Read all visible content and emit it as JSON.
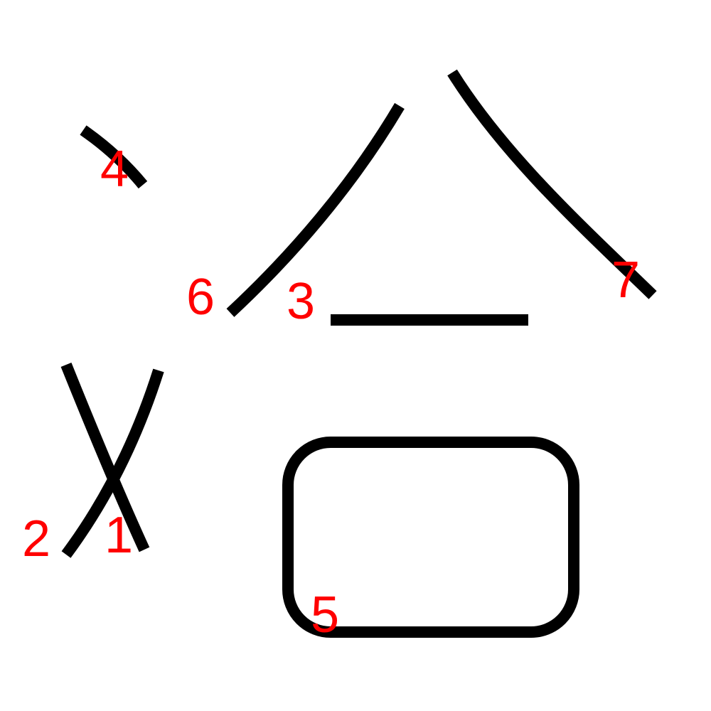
{
  "colors": {
    "stroke": "#000000",
    "label": "#ff0000",
    "background": "#ffffff"
  },
  "strokes": [
    {
      "id": "1",
      "label": "1"
    },
    {
      "id": "2",
      "label": "2"
    },
    {
      "id": "3",
      "label": "3"
    },
    {
      "id": "4",
      "label": "4"
    },
    {
      "id": "5",
      "label": "5"
    },
    {
      "id": "6",
      "label": "6"
    },
    {
      "id": "7",
      "label": "7"
    }
  ]
}
